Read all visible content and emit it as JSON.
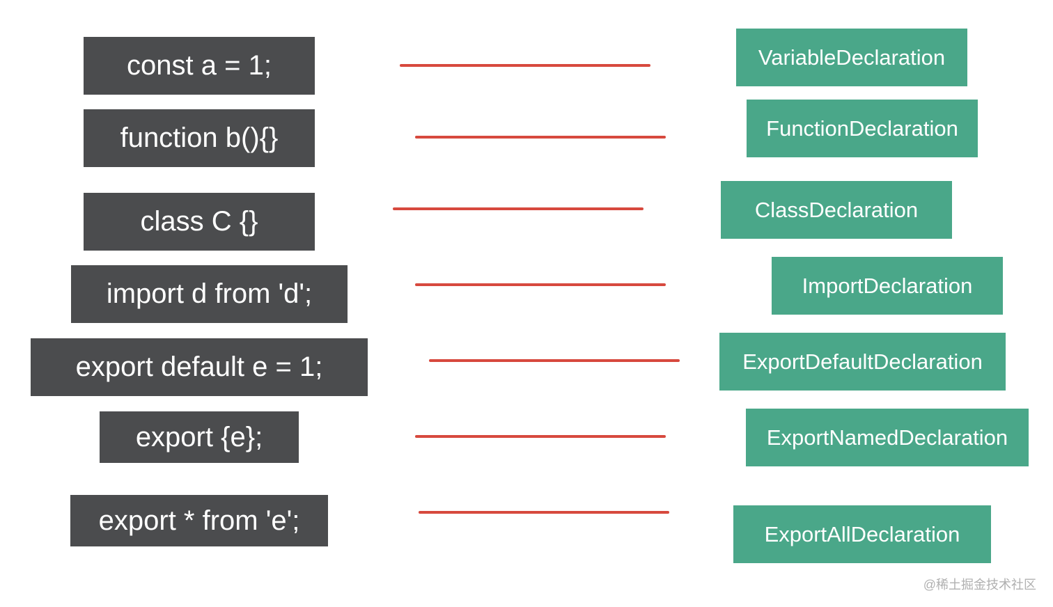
{
  "colors": {
    "code_box_bg": "#4b4c4e",
    "decl_box_bg": "#4aa789",
    "connector": "#d4392e",
    "text": "#ffffff"
  },
  "rows": [
    {
      "code": "const a = 1;",
      "declaration": "VariableDeclaration"
    },
    {
      "code": "function b(){}",
      "declaration": "FunctionDeclaration"
    },
    {
      "code": "class C {}",
      "declaration": "ClassDeclaration"
    },
    {
      "code": "import d from 'd';",
      "declaration": "ImportDeclaration"
    },
    {
      "code": "export default e = 1;",
      "declaration": "ExportDefaultDeclaration"
    },
    {
      "code": "export {e};",
      "declaration": "ExportNamedDeclaration"
    },
    {
      "code": "export * from 'e';",
      "declaration": "ExportAllDeclaration"
    }
  ],
  "watermark": "@稀土掘金技术社区"
}
